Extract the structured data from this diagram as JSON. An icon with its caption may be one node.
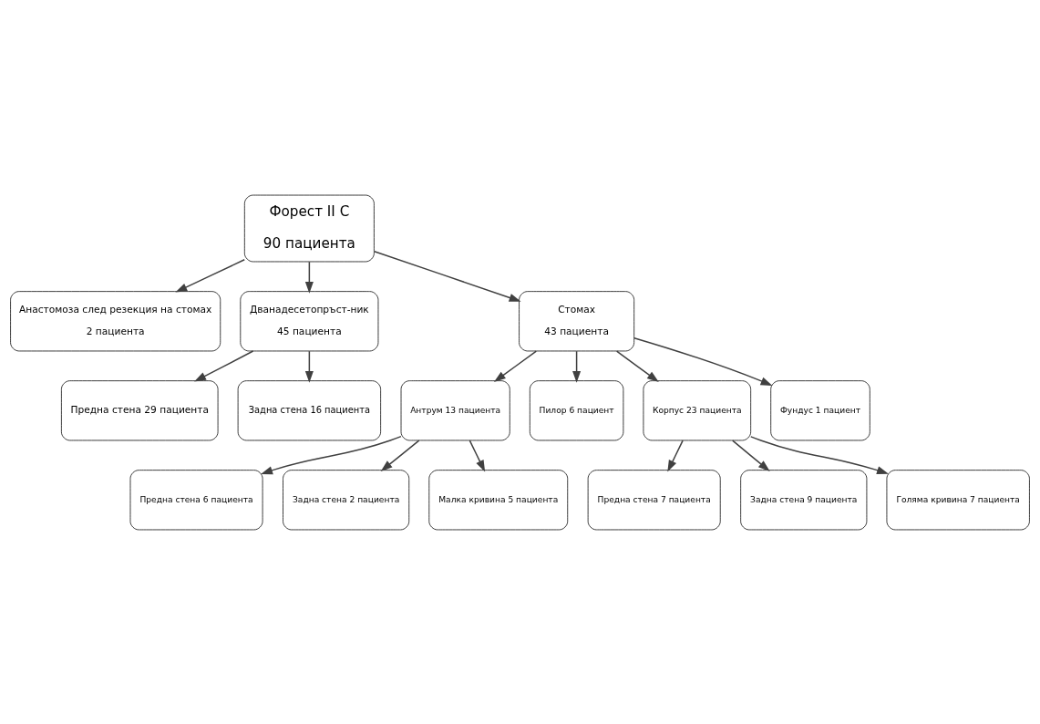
{
  "diagram": {
    "nodes": [
      {
        "text": [
          "Форест II C",
          "90 пациента"
        ]
      },
      {
        "text": [
          "Анастомоза след резекция на стомах",
          "2 пациента"
        ]
      },
      {
        "text": [
          "Дванадесетопръст-ник",
          "45 пациента"
        ]
      },
      {
        "text": [
          "Предна стена 29 пациента"
        ]
      },
      {
        "text": [
          "Задна стена 16 пациента"
        ]
      },
      {
        "text": [
          "Стомах",
          "43 пациента"
        ]
      },
      {
        "text": [
          "Антрум 13 пациента"
        ]
      },
      {
        "text": [
          "Предна стена 6 пациента"
        ]
      },
      {
        "text": [
          "Задна стена 2 пациента"
        ]
      },
      {
        "text": [
          "Малка кривина 5 пациента"
        ]
      },
      {
        "text": [
          "Пилор 6 пациент"
        ]
      },
      {
        "text": [
          "Корпус 23 пациента"
        ]
      },
      {
        "text": [
          "Фундус 1 пациент"
        ]
      },
      {
        "text": [
          "Предна стена 7 пациента"
        ]
      },
      {
        "text": [
          "Задна стена 9 пациента"
        ]
      },
      {
        "text": [
          "Голяма кривина 7 пациента"
        ]
      }
    ],
    "edges": [
      {
        "from": 0,
        "to": 1,
        "arrow": "to"
      },
      {
        "from": 0,
        "to": 2,
        "arrow": "to"
      },
      {
        "from": 0,
        "to": 5,
        "arrow": "to"
      },
      {
        "from": 2,
        "to": 3,
        "arrow": "to"
      },
      {
        "from": 2,
        "to": 4,
        "arrow": "to"
      },
      {
        "from": 5,
        "to": 6,
        "arrow": "to"
      },
      {
        "from": 6,
        "to": 7,
        "arrow": "to"
      },
      {
        "from": 6,
        "to": 8,
        "arrow": "to"
      },
      {
        "from": 6,
        "to": 9,
        "arrow": "to"
      },
      {
        "from": 5,
        "to": 10,
        "arrow": "to"
      },
      {
        "from": 5,
        "to": 11,
        "arrow": "to"
      },
      {
        "from": 5,
        "to": 12,
        "arrow": "to"
      },
      {
        "from": 11,
        "to": 13,
        "arrow": "to"
      },
      {
        "from": 11,
        "to": 14,
        "arrow": "to"
      },
      {
        "from": 11,
        "to": 15,
        "arrow": "to"
      }
    ]
  }
}
